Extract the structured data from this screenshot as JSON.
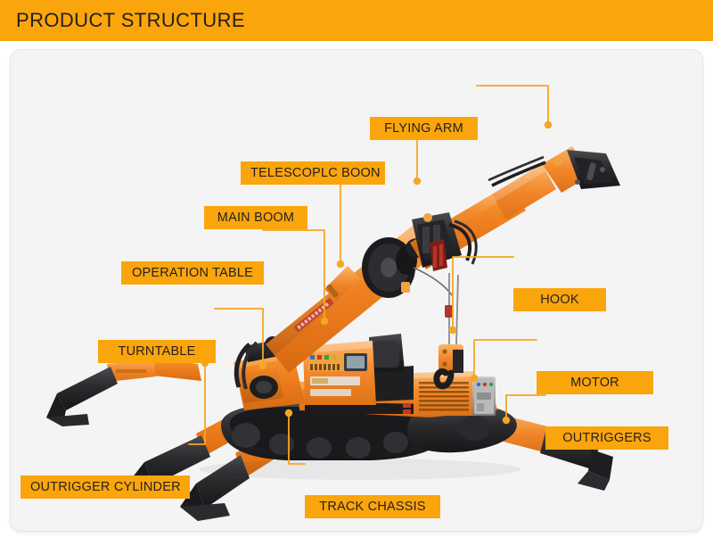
{
  "header": {
    "title": "PRODUCT STRUCTURE",
    "background_color": "#fba50c",
    "text_color": "#231f20"
  },
  "card": {
    "background_color": "#f4f4f4",
    "border_color": "#e6e6e6"
  },
  "diagram": {
    "subject": "spider-crane-machine-photo",
    "label_color": "#fba50c",
    "label_text_color": "#231f20",
    "connector_color": "#f5a623",
    "callouts": [
      {
        "id": "flying-arm",
        "label": "FLYING ARM"
      },
      {
        "id": "telescoplc-boon",
        "label": "TELESCOPLC BOON"
      },
      {
        "id": "main-boom",
        "label": "MAIN BOOM"
      },
      {
        "id": "operation-table",
        "label": "OPERATION TABLE"
      },
      {
        "id": "turntable",
        "label": "TURNTABLE"
      },
      {
        "id": "hook",
        "label": "HOOK"
      },
      {
        "id": "motor",
        "label": "MOTOR"
      },
      {
        "id": "outriggers",
        "label": "OUTRIGGERS"
      },
      {
        "id": "outrigger-cylinder",
        "label": "OUTRIGGER CYLINDER"
      },
      {
        "id": "track-chassis",
        "label": "TRACK CHASSIS"
      }
    ]
  }
}
